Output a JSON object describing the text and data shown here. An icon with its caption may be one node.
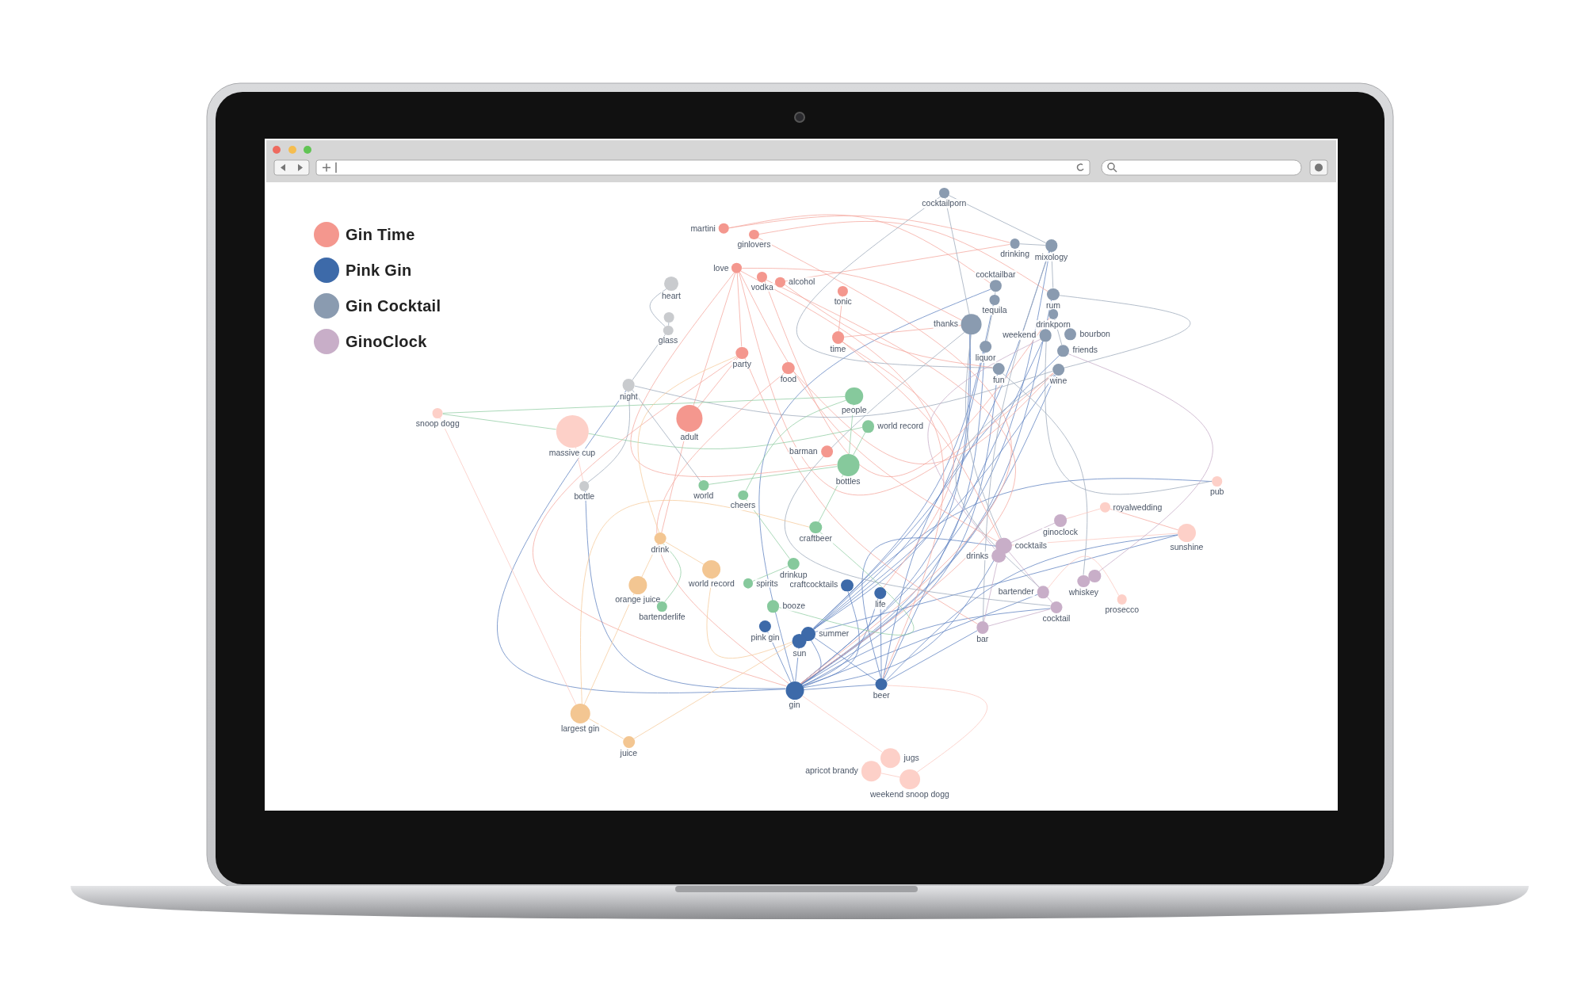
{
  "diagram": {
    "nodes": [
      {
        "text": [
          "cocktailporn"
        ]
      },
      {
        "text": [
          "martini"
        ]
      },
      {
        "text": [
          "ginlovers"
        ]
      },
      {
        "text": [
          "drinking"
        ]
      },
      {
        "text": [
          "mixology"
        ]
      },
      {
        "text": [
          "love"
        ]
      },
      {
        "text": [
          "vodka"
        ]
      },
      {
        "text": [
          "alcohol"
        ]
      },
      {
        "text": [
          "heart"
        ]
      },
      {
        "text": [
          "cocktailbar"
        ]
      },
      {
        "text": [
          "tonic"
        ]
      },
      {
        "text": [
          "rum"
        ]
      },
      {
        "text": [
          "tequila"
        ]
      },
      {
        "text": [],
        "shape": "circle"
      },
      {
        "text": [
          "drinkporn"
        ]
      },
      {
        "text": [
          "thanks"
        ]
      },
      {
        "text": [
          "glass"
        ]
      },
      {
        "text": [
          "weekend"
        ]
      },
      {
        "text": [
          "bourbon"
        ]
      },
      {
        "text": [
          "time"
        ]
      },
      {
        "text": [
          "liquor"
        ]
      },
      {
        "text": [
          "friends"
        ]
      },
      {
        "text": [
          "party"
        ]
      },
      {
        "text": [
          "food"
        ]
      },
      {
        "text": [
          "fun"
        ]
      },
      {
        "text": [
          "wine"
        ]
      },
      {
        "text": [
          "night"
        ]
      },
      {
        "text": [
          "people"
        ]
      },
      {
        "text": [
          "snoop dogg"
        ]
      },
      {
        "text": [
          "adult"
        ]
      },
      {
        "text": [
          "world record"
        ]
      },
      {
        "text": [
          "massive cup"
        ]
      },
      {
        "text": [
          "barman"
        ]
      },
      {
        "text": [
          "bottles"
        ]
      },
      {
        "text": [
          "pub"
        ]
      },
      {
        "text": [
          "world"
        ]
      },
      {
        "text": [
          "bottle"
        ]
      },
      {
        "text": [
          "cheers"
        ]
      },
      {
        "text": [
          "royalwedding"
        ]
      },
      {
        "text": [
          "ginoclock"
        ]
      },
      {
        "text": [
          "craftbeer"
        ]
      },
      {
        "text": [
          "sunshine"
        ]
      },
      {
        "text": [
          "drink"
        ]
      },
      {
        "text": [
          "cocktails"
        ]
      },
      {
        "text": [
          "drinks"
        ]
      },
      {
        "text": [
          "drinkup"
        ]
      },
      {
        "text": [
          "world record"
        ]
      },
      {
        "text": [
          "spirits"
        ]
      },
      {
        "text": [
          "orange juice"
        ]
      },
      {
        "text": [
          "craftcocktails"
        ]
      },
      {
        "text": [
          "whiskey"
        ]
      },
      {
        "text": [],
        "shape": "circle"
      },
      {
        "text": [
          "life"
        ]
      },
      {
        "text": [
          "bartender"
        ]
      },
      {
        "text": [
          "prosecco"
        ]
      },
      {
        "text": [
          "bartenderlife"
        ]
      },
      {
        "text": [
          "booze"
        ]
      },
      {
        "text": [
          "cocktail"
        ]
      },
      {
        "text": [
          "pink gin"
        ]
      },
      {
        "text": [
          "summer"
        ]
      },
      {
        "text": [
          "sun"
        ]
      },
      {
        "text": [
          "bar"
        ]
      },
      {
        "text": [
          "beer"
        ]
      },
      {
        "text": [
          "gin"
        ]
      },
      {
        "text": [
          "largest gin"
        ]
      },
      {
        "text": [
          "juice"
        ]
      },
      {
        "text": [
          "jugs"
        ]
      },
      {
        "text": [
          "apricot brandy"
        ]
      },
      {
        "text": [
          "weekend snoop dogg"
        ]
      }
    ],
    "edges": [
      {
        "from": 63,
        "to": 59,
        "arrow": "none",
        "color": "#5b7fbf"
      },
      {
        "from": 63,
        "to": 60,
        "arrow": "none",
        "color": "#5b7fbf"
      },
      {
        "from": 63,
        "to": 58,
        "arrow": "none",
        "color": "#5b7fbf"
      },
      {
        "from": 63,
        "to": 49,
        "arrow": "none",
        "color": "#5b7fbf"
      },
      {
        "from": 63,
        "to": 52,
        "arrow": "none",
        "color": "#5b7fbf"
      },
      {
        "from": 63,
        "to": 62,
        "arrow": "none",
        "color": "#5b7fbf"
      },
      {
        "from": 63,
        "to": 15,
        "arrow": "none",
        "color": "#5b7fbf"
      },
      {
        "from": 63,
        "to": 24,
        "arrow": "none",
        "color": "#5b7fbf"
      },
      {
        "from": 63,
        "to": 25,
        "arrow": "none",
        "color": "#5b7fbf"
      },
      {
        "from": 63,
        "to": 4,
        "arrow": "none",
        "color": "#5b7fbf"
      },
      {
        "from": 63,
        "to": 43,
        "arrow": "none",
        "color": "#5b7fbf"
      },
      {
        "from": 63,
        "to": 53,
        "arrow": "none",
        "color": "#5b7fbf"
      },
      {
        "from": 63,
        "to": 22,
        "arrow": "none",
        "color": "#f4a59c"
      },
      {
        "from": 63,
        "to": 23,
        "arrow": "none",
        "color": "#f4a59c"
      },
      {
        "from": 63,
        "to": 36,
        "arrow": "none",
        "color": "#5b7fbf"
      },
      {
        "from": 63,
        "to": 26,
        "arrow": "none",
        "color": "#5b7fbf"
      },
      {
        "from": 63,
        "to": 9,
        "arrow": "none",
        "color": "#5b7fbf"
      },
      {
        "from": 63,
        "to": 11,
        "arrow": "none",
        "color": "#5b7fbf"
      },
      {
        "from": 63,
        "to": 20,
        "arrow": "none",
        "color": "#5b7fbf"
      },
      {
        "from": 63,
        "to": 57,
        "arrow": "none",
        "color": "#5b7fbf"
      },
      {
        "from": 62,
        "to": 59,
        "arrow": "none",
        "color": "#5b7fbf"
      },
      {
        "from": 62,
        "to": 52,
        "arrow": "none",
        "color": "#5b7fbf"
      },
      {
        "from": 62,
        "to": 17,
        "arrow": "none",
        "color": "#5b7fbf"
      },
      {
        "from": 62,
        "to": 21,
        "arrow": "none",
        "color": "#5b7fbf"
      },
      {
        "from": 62,
        "to": 43,
        "arrow": "none",
        "color": "#5b7fbf"
      },
      {
        "from": 62,
        "to": 61,
        "arrow": "none",
        "color": "#5b7fbf"
      },
      {
        "from": 59,
        "to": 15,
        "arrow": "none",
        "color": "#5b7fbf"
      },
      {
        "from": 59,
        "to": 25,
        "arrow": "none",
        "color": "#5b7fbf"
      },
      {
        "from": 59,
        "to": 4,
        "arrow": "none",
        "color": "#5b7fbf"
      },
      {
        "from": 59,
        "to": 12,
        "arrow": "none",
        "color": "#5b7fbf"
      },
      {
        "from": 59,
        "to": 20,
        "arrow": "none",
        "color": "#5b7fbf"
      },
      {
        "from": 59,
        "to": 41,
        "arrow": "none",
        "color": "#5b7fbf"
      },
      {
        "from": 59,
        "to": 34,
        "arrow": "none",
        "color": "#5b7fbf"
      },
      {
        "from": 5,
        "to": 22,
        "arrow": "none",
        "color": "#f4a59c"
      },
      {
        "from": 5,
        "to": 15,
        "arrow": "none",
        "color": "#f4a59c"
      },
      {
        "from": 5,
        "to": 25,
        "arrow": "none",
        "color": "#f4a59c"
      },
      {
        "from": 5,
        "to": 43,
        "arrow": "none",
        "color": "#f4a59c"
      },
      {
        "from": 5,
        "to": 62,
        "arrow": "none",
        "color": "#f4a59c"
      },
      {
        "from": 5,
        "to": 33,
        "arrow": "none",
        "color": "#f4a59c"
      },
      {
        "from": 1,
        "to": 9,
        "arrow": "none",
        "color": "#f4a59c"
      },
      {
        "from": 1,
        "to": 3,
        "arrow": "none",
        "color": "#f4a59c"
      },
      {
        "from": 2,
        "to": 11,
        "arrow": "none",
        "color": "#f4a59c"
      },
      {
        "from": 2,
        "to": 63,
        "arrow": "none",
        "color": "#f4a59c"
      },
      {
        "from": 6,
        "to": 63,
        "arrow": "none",
        "color": "#f4a59c"
      },
      {
        "from": 6,
        "to": 14,
        "arrow": "none",
        "color": "#f4a59c"
      },
      {
        "from": 7,
        "to": 3,
        "arrow": "none",
        "color": "#f4a59c"
      },
      {
        "from": 7,
        "to": 24,
        "arrow": "none",
        "color": "#f4a59c"
      },
      {
        "from": 10,
        "to": 19,
        "arrow": "none",
        "color": "#f4a59c"
      },
      {
        "from": 19,
        "to": 52,
        "arrow": "none",
        "color": "#f4a59c"
      },
      {
        "from": 19,
        "to": 15,
        "arrow": "none",
        "color": "#f4a59c"
      },
      {
        "from": 19,
        "to": 43,
        "arrow": "none",
        "color": "#f4a59c"
      },
      {
        "from": 22,
        "to": 61,
        "arrow": "none",
        "color": "#f4a59c"
      },
      {
        "from": 23,
        "to": 25,
        "arrow": "none",
        "color": "#f4a59c"
      },
      {
        "from": 29,
        "to": 5,
        "arrow": "none",
        "color": "#f4a59c"
      },
      {
        "from": 29,
        "to": 42,
        "arrow": "none",
        "color": "#f4a59c"
      },
      {
        "from": 29,
        "to": 22,
        "arrow": "none",
        "color": "#f4a59c"
      },
      {
        "from": 0,
        "to": 15,
        "arrow": "none",
        "color": "#9aa7b8"
      },
      {
        "from": 0,
        "to": 24,
        "arrow": "none",
        "color": "#9aa7b8"
      },
      {
        "from": 0,
        "to": 4,
        "arrow": "none",
        "color": "#9aa7b8"
      },
      {
        "from": 3,
        "to": 4,
        "arrow": "none",
        "color": "#9aa7b8"
      },
      {
        "from": 4,
        "to": 11,
        "arrow": "none",
        "color": "#9aa7b8"
      },
      {
        "from": 4,
        "to": 61,
        "arrow": "none",
        "color": "#9aa7b8"
      },
      {
        "from": 11,
        "to": 25,
        "arrow": "none",
        "color": "#9aa7b8"
      },
      {
        "from": 9,
        "to": 12,
        "arrow": "none",
        "color": "#9aa7b8"
      },
      {
        "from": 12,
        "to": 20,
        "arrow": "none",
        "color": "#9aa7b8"
      },
      {
        "from": 14,
        "to": 21,
        "arrow": "none",
        "color": "#9aa7b8"
      },
      {
        "from": 15,
        "to": 43,
        "arrow": "none",
        "color": "#9aa7b8"
      },
      {
        "from": 15,
        "to": 57,
        "arrow": "none",
        "color": "#9aa7b8"
      },
      {
        "from": 24,
        "to": 50,
        "arrow": "none",
        "color": "#9aa7b8"
      },
      {
        "from": 25,
        "to": 53,
        "arrow": "none",
        "color": "#9aa7b8"
      },
      {
        "from": 26,
        "to": 16,
        "arrow": "none",
        "color": "#9aa7b8"
      },
      {
        "from": 26,
        "to": 36,
        "arrow": "none",
        "color": "#9aa7b8"
      },
      {
        "from": 26,
        "to": 25,
        "arrow": "none",
        "color": "#9aa7b8"
      },
      {
        "from": 8,
        "to": 16,
        "arrow": "none",
        "color": "#9aa7b8"
      },
      {
        "from": 13,
        "to": 16,
        "arrow": "none",
        "color": "#9aa7b8"
      },
      {
        "from": 35,
        "to": 26,
        "arrow": "none",
        "color": "#9aa7b8"
      },
      {
        "from": 34,
        "to": 17,
        "arrow": "none",
        "color": "#9aa7b8"
      },
      {
        "from": 27,
        "to": 33,
        "arrow": "none",
        "color": "#8fcca2"
      },
      {
        "from": 27,
        "to": 37,
        "arrow": "none",
        "color": "#8fcca2"
      },
      {
        "from": 30,
        "to": 33,
        "arrow": "none",
        "color": "#8fcca2"
      },
      {
        "from": 33,
        "to": 35,
        "arrow": "none",
        "color": "#8fcca2"
      },
      {
        "from": 33,
        "to": 40,
        "arrow": "none",
        "color": "#8fcca2"
      },
      {
        "from": 37,
        "to": 45,
        "arrow": "none",
        "color": "#8fcca2"
      },
      {
        "from": 40,
        "to": 56,
        "arrow": "none",
        "color": "#8fcca2"
      },
      {
        "from": 45,
        "to": 47,
        "arrow": "none",
        "color": "#8fcca2"
      },
      {
        "from": 28,
        "to": 31,
        "arrow": "none",
        "color": "#8fcca2"
      },
      {
        "from": 28,
        "to": 27,
        "arrow": "none",
        "color": "#8fcca2"
      },
      {
        "from": 31,
        "to": 30,
        "arrow": "none",
        "color": "#8fcca2"
      },
      {
        "from": 55,
        "to": 42,
        "arrow": "none",
        "color": "#8fcca2"
      },
      {
        "from": 42,
        "to": 48,
        "arrow": "none",
        "color": "#f5c99a"
      },
      {
        "from": 48,
        "to": 64,
        "arrow": "none",
        "color": "#f5c99a"
      },
      {
        "from": 64,
        "to": 65,
        "arrow": "none",
        "color": "#f5c99a"
      },
      {
        "from": 42,
        "to": 46,
        "arrow": "none",
        "color": "#f5c99a"
      },
      {
        "from": 46,
        "to": 60,
        "arrow": "none",
        "color": "#f5c99a"
      },
      {
        "from": 64,
        "to": 40,
        "arrow": "none",
        "color": "#f5c99a"
      },
      {
        "from": 65,
        "to": 59,
        "arrow": "none",
        "color": "#f5c99a"
      },
      {
        "from": 42,
        "to": 22,
        "arrow": "none",
        "color": "#f5c99a"
      },
      {
        "from": 67,
        "to": 68,
        "arrow": "none",
        "color": "#fbc6bd"
      },
      {
        "from": 66,
        "to": 63,
        "arrow": "none",
        "color": "#fbc6bd"
      },
      {
        "from": 68,
        "to": 62,
        "arrow": "none",
        "color": "#fbc6bd"
      },
      {
        "from": 28,
        "to": 64,
        "arrow": "none",
        "color": "#fbc6bd"
      },
      {
        "from": 31,
        "to": 36,
        "arrow": "none",
        "color": "#fbc6bd"
      },
      {
        "from": 41,
        "to": 43,
        "arrow": "none",
        "color": "#fbc6bd"
      },
      {
        "from": 41,
        "to": 38,
        "arrow": "none",
        "color": "#f4a59c"
      },
      {
        "from": 54,
        "to": 53,
        "arrow": "none",
        "color": "#fbc6bd"
      },
      {
        "from": 38,
        "to": 39,
        "arrow": "none",
        "color": "#fbc6bd"
      },
      {
        "from": 41,
        "to": 62,
        "arrow": "none",
        "color": "#5b7fbf"
      },
      {
        "from": 39,
        "to": 43,
        "arrow": "none",
        "color": "#c4a9c6"
      },
      {
        "from": 43,
        "to": 53,
        "arrow": "none",
        "color": "#c4a9c6"
      },
      {
        "from": 53,
        "to": 57,
        "arrow": "none",
        "color": "#c4a9c6"
      },
      {
        "from": 57,
        "to": 61,
        "arrow": "none",
        "color": "#c4a9c6"
      },
      {
        "from": 44,
        "to": 61,
        "arrow": "none",
        "color": "#c4a9c6"
      },
      {
        "from": 44,
        "to": 17,
        "arrow": "none",
        "color": "#c4a9c6"
      },
      {
        "from": 51,
        "to": 21,
        "arrow": "none",
        "color": "#c4a9c6"
      }
    ],
    "legend": [
      {
        "text": "Gin Time",
        "color": "#f4978e"
      },
      {
        "text": "Pink Gin",
        "color": "#3d6aa9"
      },
      {
        "text": "Gin Cocktail",
        "color": "#8a9bb0"
      },
      {
        "text": "GinoClock",
        "color": "#c8aec8"
      }
    ]
  }
}
